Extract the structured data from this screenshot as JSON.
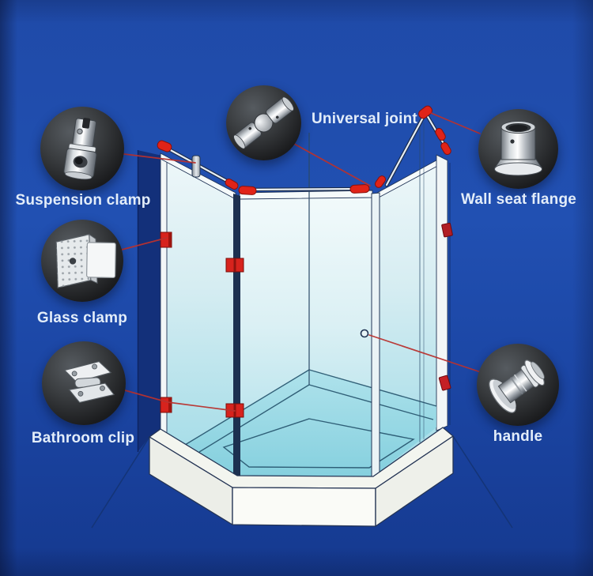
{
  "diagram": {
    "title": "Shower enclosure hardware parts diagram",
    "colors": {
      "background": "#1c47a6",
      "hardware_red": "#d7231d",
      "label_text": "#e3edf9",
      "glass_tint": "#a5dde9",
      "tray_white": "#f3f5ef",
      "callout_circle": "#1b1c1e",
      "leader_line": "#b8322e"
    },
    "callouts": [
      {
        "id": "suspension-clamp",
        "label": "Suspension clamp"
      },
      {
        "id": "universal-joint",
        "label": "Universal joint"
      },
      {
        "id": "wall-seat-flange",
        "label": "Wall seat flange"
      },
      {
        "id": "glass-clamp",
        "label": "Glass clamp"
      },
      {
        "id": "bathroom-clip",
        "label": "Bathroom clip"
      },
      {
        "id": "handle",
        "label": "handle"
      }
    ],
    "scene": {
      "subject": "Neo-angle corner glass shower enclosure on white pentagonal base tray with red-marked mounting hardware"
    }
  }
}
